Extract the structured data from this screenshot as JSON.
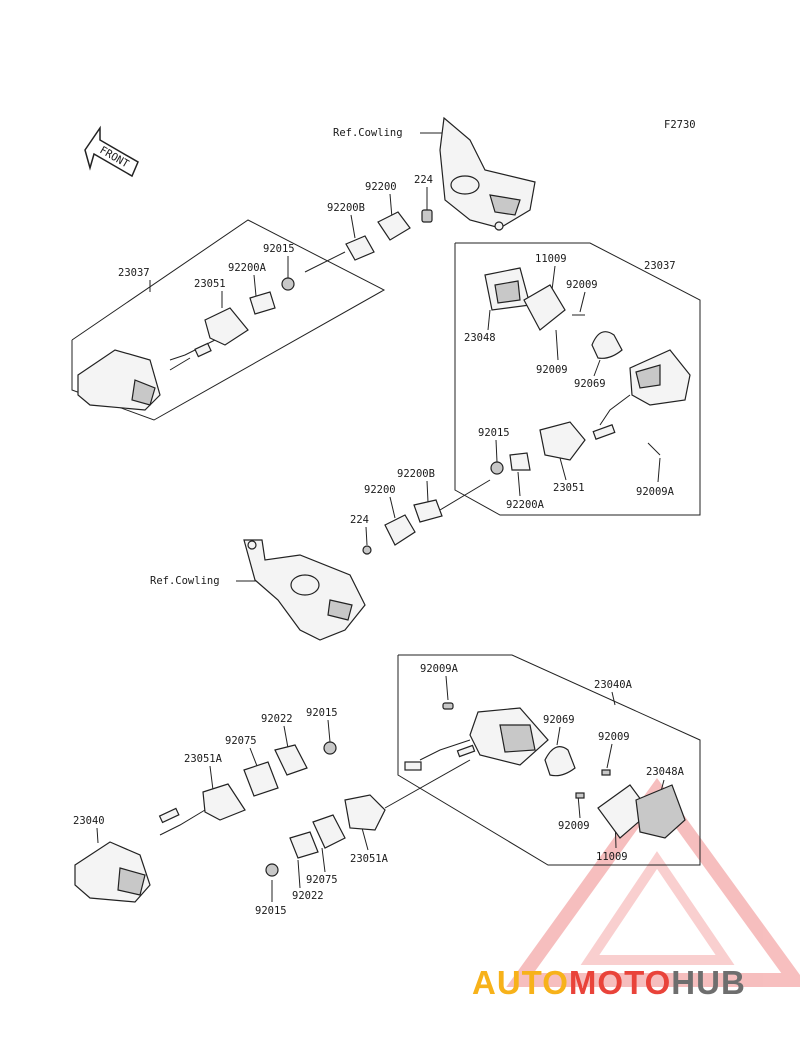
{
  "figure_code": "F2730",
  "front_label": "FRONT",
  "ref_cowling": "Ref.Cowling",
  "parts": {
    "p23037": "23037",
    "p23051": "23051",
    "p92015": "92015",
    "p92200": "92200",
    "p92200A": "92200A",
    "p92200B": "92200B",
    "p224": "224",
    "p11009": "11009",
    "p92009": "92009",
    "p92009A": "92009A",
    "p23048": "23048",
    "p92069": "92069",
    "p23040": "23040",
    "p23040A": "23040A",
    "p23051A": "23051A",
    "p92075": "92075",
    "p92022": "92022",
    "p23048A": "23048A"
  },
  "watermark": {
    "part1": "AUTO",
    "part2": "MOTO",
    "part3": "HUB",
    "colors": {
      "auto": "#f7b21a",
      "moto": "#e9433a",
      "hub": "#6e6e6e"
    }
  }
}
